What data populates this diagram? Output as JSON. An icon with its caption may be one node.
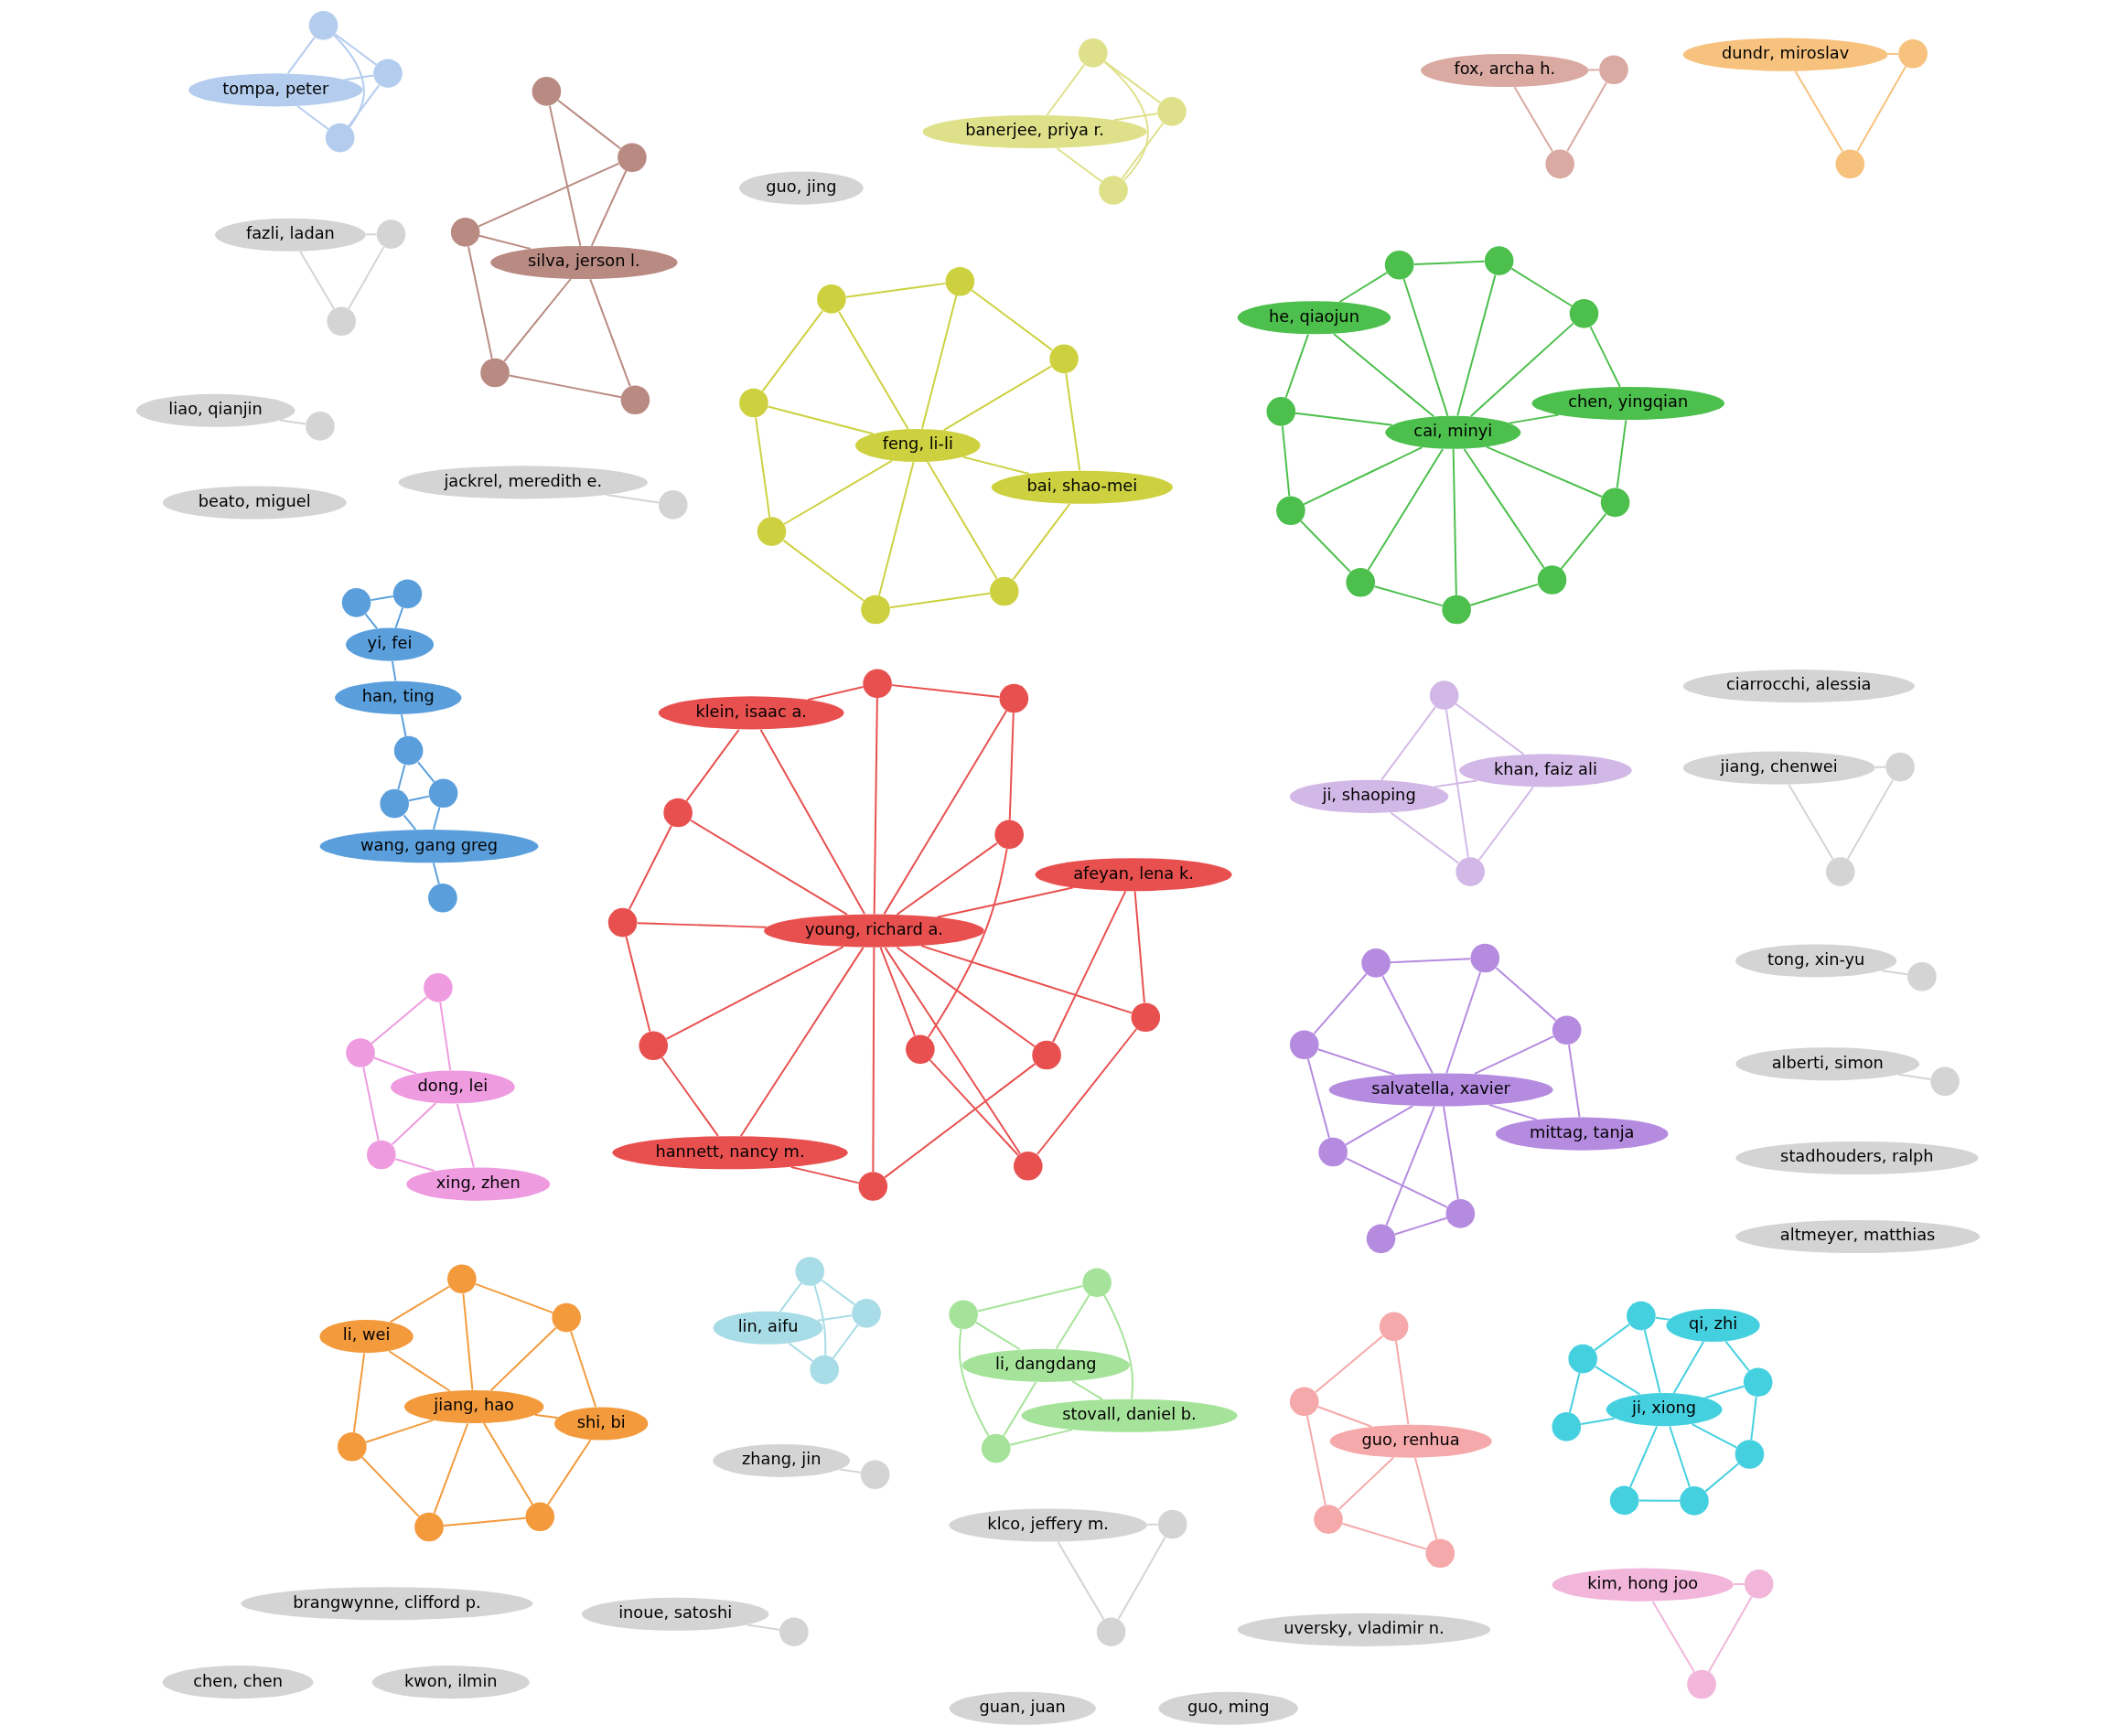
{
  "diagram": {
    "nodes": [
      {
        "text": [
          "li, dangdang"
        ]
      },
      {
        "text": [
          "stovall, daniel b."
        ]
      },
      {
        "text": [],
        "shape": "circle"
      },
      {
        "text": [],
        "shape": "circle"
      },
      {
        "text": [],
        "shape": "circle"
      },
      {
        "text": [
          "ji, shaoping"
        ]
      },
      {
        "text": [
          "khan, faiz ali"
        ]
      },
      {
        "text": [],
        "shape": "circle"
      },
      {
        "text": [],
        "shape": "circle"
      },
      {
        "text": [
          "yi, fei"
        ]
      },
      {
        "text": [
          "han, ting"
        ]
      },
      {
        "text": [
          "wang, gang greg"
        ]
      },
      {
        "text": [],
        "shape": "circle"
      },
      {
        "text": [],
        "shape": "circle"
      },
      {
        "text": [],
        "shape": "circle"
      },
      {
        "text": [],
        "shape": "circle"
      },
      {
        "text": [],
        "shape": "circle"
      },
      {
        "text": [],
        "shape": "circle"
      },
      {
        "text": [
          "inoue, satoshi"
        ]
      },
      {
        "text": [],
        "shape": "circle"
      },
      {
        "text": [
          "silva, jerson l."
        ]
      },
      {
        "text": [],
        "shape": "circle"
      },
      {
        "text": [],
        "shape": "circle"
      },
      {
        "text": [],
        "shape": "circle"
      },
      {
        "text": [],
        "shape": "circle"
      },
      {
        "text": [],
        "shape": "circle"
      },
      {
        "text": [
          "klein, isaac a."
        ]
      },
      {
        "text": [
          "young, richard a."
        ]
      },
      {
        "text": [
          "hannett, nancy m."
        ]
      },
      {
        "text": [
          "afeyan, lena k."
        ]
      },
      {
        "text": [],
        "shape": "circle"
      },
      {
        "text": [],
        "shape": "circle"
      },
      {
        "text": [],
        "shape": "circle"
      },
      {
        "text": [],
        "shape": "circle"
      },
      {
        "text": [],
        "shape": "circle"
      },
      {
        "text": [],
        "shape": "circle"
      },
      {
        "text": [],
        "shape": "circle"
      },
      {
        "text": [],
        "shape": "circle"
      },
      {
        "text": [],
        "shape": "circle"
      },
      {
        "text": [],
        "shape": "circle"
      },
      {
        "text": [],
        "shape": "circle"
      },
      {
        "text": [
          "li, wei"
        ]
      },
      {
        "text": [
          "jiang, hao"
        ]
      },
      {
        "text": [
          "shi, bi"
        ]
      },
      {
        "text": [],
        "shape": "circle"
      },
      {
        "text": [],
        "shape": "circle"
      },
      {
        "text": [],
        "shape": "circle"
      },
      {
        "text": [],
        "shape": "circle"
      },
      {
        "text": [],
        "shape": "circle"
      },
      {
        "text": [
          "klco, jeffery m."
        ]
      },
      {
        "text": [],
        "shape": "circle"
      },
      {
        "text": [],
        "shape": "circle"
      },
      {
        "text": [
          "ji, xiong"
        ]
      },
      {
        "text": [
          "qi, zhi"
        ]
      },
      {
        "text": [],
        "shape": "circle"
      },
      {
        "text": [],
        "shape": "circle"
      },
      {
        "text": [],
        "shape": "circle"
      },
      {
        "text": [],
        "shape": "circle"
      },
      {
        "text": [],
        "shape": "circle"
      },
      {
        "text": [],
        "shape": "circle"
      },
      {
        "text": [],
        "shape": "circle"
      },
      {
        "text": [
          "guo, jing"
        ]
      },
      {
        "text": [
          "chen, chen"
        ]
      },
      {
        "text": [
          "uversky, vladimir n."
        ]
      },
      {
        "text": [
          "lin, aifu"
        ]
      },
      {
        "text": [],
        "shape": "circle"
      },
      {
        "text": [],
        "shape": "circle"
      },
      {
        "text": [],
        "shape": "circle"
      },
      {
        "text": [
          "feng, li-li"
        ]
      },
      {
        "text": [
          "bai, shao-mei"
        ]
      },
      {
        "text": [],
        "shape": "circle"
      },
      {
        "text": [],
        "shape": "circle"
      },
      {
        "text": [],
        "shape": "circle"
      },
      {
        "text": [],
        "shape": "circle"
      },
      {
        "text": [],
        "shape": "circle"
      },
      {
        "text": [],
        "shape": "circle"
      },
      {
        "text": [],
        "shape": "circle"
      },
      {
        "text": [
          "guan, juan"
        ]
      },
      {
        "text": [
          "salvatella, xavier"
        ]
      },
      {
        "text": [
          "mittag, tanja"
        ]
      },
      {
        "text": [],
        "shape": "circle"
      },
      {
        "text": [],
        "shape": "circle"
      },
      {
        "text": [],
        "shape": "circle"
      },
      {
        "text": [],
        "shape": "circle"
      },
      {
        "text": [],
        "shape": "circle"
      },
      {
        "text": [],
        "shape": "circle"
      },
      {
        "text": [],
        "shape": "circle"
      },
      {
        "text": [
          "fox, archa h."
        ]
      },
      {
        "text": [],
        "shape": "circle"
      },
      {
        "text": [],
        "shape": "circle"
      },
      {
        "text": [
          "guo, renhua"
        ]
      },
      {
        "text": [],
        "shape": "circle"
      },
      {
        "text": [],
        "shape": "circle"
      },
      {
        "text": [],
        "shape": "circle"
      },
      {
        "text": [],
        "shape": "circle"
      },
      {
        "text": [
          "jackrel, meredith e."
        ]
      },
      {
        "text": [],
        "shape": "circle"
      },
      {
        "text": [
          "kwon, ilmin"
        ]
      },
      {
        "text": [
          "beato, miguel"
        ]
      },
      {
        "text": [
          "he, qiaojun"
        ]
      },
      {
        "text": [
          "cai, minyi"
        ]
      },
      {
        "text": [
          "chen, yingqian"
        ]
      },
      {
        "text": [],
        "shape": "circle"
      },
      {
        "text": [],
        "shape": "circle"
      },
      {
        "text": [],
        "shape": "circle"
      },
      {
        "text": [],
        "shape": "circle"
      },
      {
        "text": [],
        "shape": "circle"
      },
      {
        "text": [],
        "shape": "circle"
      },
      {
        "text": [],
        "shape": "circle"
      },
      {
        "text": [],
        "shape": "circle"
      },
      {
        "text": [],
        "shape": "circle"
      },
      {
        "text": [
          "ciarrocchi, alessia"
        ]
      },
      {
        "text": [
          "altmeyer, matthias"
        ]
      },
      {
        "text": [
          "dong, lei"
        ]
      },
      {
        "text": [
          "xing, zhen"
        ]
      },
      {
        "text": [],
        "shape": "circle"
      },
      {
        "text": [],
        "shape": "circle"
      },
      {
        "text": [],
        "shape": "circle"
      },
      {
        "text": [
          "jiang, chenwei"
        ]
      },
      {
        "text": [],
        "shape": "circle"
      },
      {
        "text": [],
        "shape": "circle"
      },
      {
        "text": [
          "liao, qianjin"
        ]
      },
      {
        "text": [],
        "shape": "circle"
      },
      {
        "text": [
          "kim, hong joo"
        ]
      },
      {
        "text": [],
        "shape": "circle"
      },
      {
        "text": [],
        "shape": "circle"
      },
      {
        "text": [
          "guo, ming"
        ]
      },
      {
        "text": [
          "brangwynne, clifford p."
        ]
      },
      {
        "text": [
          "stadhouders, ralph"
        ]
      },
      {
        "text": [
          "fazli, ladan"
        ]
      },
      {
        "text": [],
        "shape": "circle"
      },
      {
        "text": [],
        "shape": "circle"
      },
      {
        "text": [
          "dundr, miroslav"
        ]
      },
      {
        "text": [],
        "shape": "circle"
      },
      {
        "text": [],
        "shape": "circle"
      },
      {
        "text": [
          "zhang, jin"
        ]
      },
      {
        "text": [],
        "shape": "circle"
      },
      {
        "text": [
          "tompa, peter"
        ]
      },
      {
        "text": [],
        "shape": "circle"
      },
      {
        "text": [],
        "shape": "circle"
      },
      {
        "text": [],
        "shape": "circle"
      },
      {
        "text": [
          "banerjee, priya r."
        ]
      },
      {
        "text": [],
        "shape": "circle"
      },
      {
        "text": [],
        "shape": "circle"
      },
      {
        "text": [],
        "shape": "circle"
      },
      {
        "text": [
          "alberti, simon"
        ]
      },
      {
        "text": [],
        "shape": "circle"
      },
      {
        "text": [
          "tong, xin-yu"
        ]
      },
      {
        "text": [],
        "shape": "circle"
      }
    ],
    "edges": [
      {
        "from": 0,
        "to": 1,
        "arrow": "none",
        "color": "#a6e39a"
      },
      {
        "from": 0,
        "to": 2,
        "arrow": "none",
        "color": "#a6e39a"
      },
      {
        "from": 0,
        "to": 3,
        "arrow": "none",
        "color": "#a6e39a"
      },
      {
        "from": 0,
        "to": 4,
        "arrow": "none",
        "color": "#a6e39a"
      },
      {
        "from": 1,
        "to": 2,
        "arrow": "none",
        "color": "#a6e39a"
      },
      {
        "from": 2,
        "to": 3,
        "arrow": "none",
        "color": "#a6e39a"
      },
      {
        "from": 3,
        "to": 4,
        "arrow": "none",
        "color": "#a6e39a"
      },
      {
        "from": 4,
        "to": 1,
        "arrow": "none",
        "color": "#a6e39a"
      },
      {
        "from": 5,
        "to": 6,
        "arrow": "none",
        "color": "#d2b8e6"
      },
      {
        "from": 5,
        "to": 7,
        "arrow": "none",
        "color": "#d2b8e6"
      },
      {
        "from": 5,
        "to": 8,
        "arrow": "none",
        "color": "#d2b8e6"
      },
      {
        "from": 6,
        "to": 7,
        "arrow": "none",
        "color": "#d2b8e6"
      },
      {
        "from": 6,
        "to": 8,
        "arrow": "none",
        "color": "#d2b8e6"
      },
      {
        "from": 7,
        "to": 8,
        "arrow": "none",
        "color": "#d2b8e6"
      },
      {
        "from": 9,
        "to": 12,
        "arrow": "none",
        "color": "#5a9fdc"
      },
      {
        "from": 9,
        "to": 13,
        "arrow": "none",
        "color": "#5a9fdc"
      },
      {
        "from": 12,
        "to": 13,
        "arrow": "none",
        "color": "#5a9fdc"
      },
      {
        "from": 9,
        "to": 10,
        "arrow": "none",
        "color": "#5a9fdc"
      },
      {
        "from": 10,
        "to": 14,
        "arrow": "none",
        "color": "#5a9fdc"
      },
      {
        "from": 14,
        "to": 15,
        "arrow": "none",
        "color": "#5a9fdc"
      },
      {
        "from": 14,
        "to": 16,
        "arrow": "none",
        "color": "#5a9fdc"
      },
      {
        "from": 15,
        "to": 11,
        "arrow": "none",
        "color": "#5a9fdc"
      },
      {
        "from": 11,
        "to": 16,
        "arrow": "none",
        "color": "#5a9fdc"
      },
      {
        "from": 11,
        "to": 17,
        "arrow": "none",
        "color": "#5a9fdc"
      },
      {
        "from": 15,
        "to": 16,
        "arrow": "none",
        "color": "#5a9fdc"
      },
      {
        "from": 18,
        "to": 19,
        "arrow": "none",
        "color": "#d4d4d4"
      },
      {
        "from": 20,
        "to": 21,
        "arrow": "none",
        "color": "#b98a82"
      },
      {
        "from": 20,
        "to": 22,
        "arrow": "none",
        "color": "#b98a82"
      },
      {
        "from": 20,
        "to": 23,
        "arrow": "none",
        "color": "#b98a82"
      },
      {
        "from": 20,
        "to": 24,
        "arrow": "none",
        "color": "#b98a82"
      },
      {
        "from": 20,
        "to": 25,
        "arrow": "none",
        "color": "#b98a82"
      },
      {
        "from": 21,
        "to": 22,
        "arrow": "none",
        "color": "#b98a82"
      },
      {
        "from": 22,
        "to": 23,
        "arrow": "none",
        "color": "#b98a82"
      },
      {
        "from": 23,
        "to": 24,
        "arrow": "none",
        "color": "#b98a82"
      },
      {
        "from": 24,
        "to": 25,
        "arrow": "none",
        "color": "#b98a82"
      },
      {
        "from": 27,
        "to": 26,
        "arrow": "none",
        "color": "#e8504f"
      },
      {
        "from": 27,
        "to": 28,
        "arrow": "none",
        "color": "#e8504f"
      },
      {
        "from": 27,
        "to": 29,
        "arrow": "none",
        "color": "#e8504f"
      },
      {
        "from": 27,
        "to": 30,
        "arrow": "none",
        "color": "#e8504f"
      },
      {
        "from": 27,
        "to": 31,
        "arrow": "none",
        "color": "#e8504f"
      },
      {
        "from": 27,
        "to": 32,
        "arrow": "none",
        "color": "#e8504f"
      },
      {
        "from": 27,
        "to": 33,
        "arrow": "none",
        "color": "#e8504f"
      },
      {
        "from": 27,
        "to": 34,
        "arrow": "none",
        "color": "#e8504f"
      },
      {
        "from": 27,
        "to": 35,
        "arrow": "none",
        "color": "#e8504f"
      },
      {
        "from": 27,
        "to": 36,
        "arrow": "none",
        "color": "#e8504f"
      },
      {
        "from": 27,
        "to": 37,
        "arrow": "none",
        "color": "#e8504f"
      },
      {
        "from": 27,
        "to": 38,
        "arrow": "none",
        "color": "#e8504f"
      },
      {
        "from": 27,
        "to": 39,
        "arrow": "none",
        "color": "#e8504f"
      },
      {
        "from": 27,
        "to": 40,
        "arrow": "none",
        "color": "#e8504f"
      },
      {
        "from": 26,
        "to": 30,
        "arrow": "none",
        "color": "#e8504f"
      },
      {
        "from": 30,
        "to": 31,
        "arrow": "none",
        "color": "#e8504f"
      },
      {
        "from": 31,
        "to": 32,
        "arrow": "none",
        "color": "#e8504f"
      },
      {
        "from": 32,
        "to": 28,
        "arrow": "none",
        "color": "#e8504f"
      },
      {
        "from": 28,
        "to": 33,
        "arrow": "none",
        "color": "#e8504f"
      },
      {
        "from": 33,
        "to": 34,
        "arrow": "none",
        "color": "#e8504f"
      },
      {
        "from": 34,
        "to": 29,
        "arrow": "none",
        "color": "#e8504f"
      },
      {
        "from": 29,
        "to": 35,
        "arrow": "none",
        "color": "#e8504f"
      },
      {
        "from": 35,
        "to": 36,
        "arrow": "none",
        "color": "#e8504f"
      },
      {
        "from": 36,
        "to": 37,
        "arrow": "none",
        "color": "#e8504f"
      },
      {
        "from": 37,
        "to": 38,
        "arrow": "none",
        "color": "#e8504f"
      },
      {
        "from": 38,
        "to": 39,
        "arrow": "none",
        "color": "#e8504f"
      },
      {
        "from": 39,
        "to": 40,
        "arrow": "none",
        "color": "#e8504f"
      },
      {
        "from": 40,
        "to": 26,
        "arrow": "none",
        "color": "#e8504f"
      },
      {
        "from": 42,
        "to": 41,
        "arrow": "none",
        "color": "#f39a3c"
      },
      {
        "from": 42,
        "to": 43,
        "arrow": "none",
        "color": "#f39a3c"
      },
      {
        "from": 42,
        "to": 44,
        "arrow": "none",
        "color": "#f39a3c"
      },
      {
        "from": 42,
        "to": 45,
        "arrow": "none",
        "color": "#f39a3c"
      },
      {
        "from": 42,
        "to": 46,
        "arrow": "none",
        "color": "#f39a3c"
      },
      {
        "from": 42,
        "to": 47,
        "arrow": "none",
        "color": "#f39a3c"
      },
      {
        "from": 42,
        "to": 48,
        "arrow": "none",
        "color": "#f39a3c"
      },
      {
        "from": 41,
        "to": 44,
        "arrow": "none",
        "color": "#f39a3c"
      },
      {
        "from": 44,
        "to": 45,
        "arrow": "none",
        "color": "#f39a3c"
      },
      {
        "from": 45,
        "to": 43,
        "arrow": "none",
        "color": "#f39a3c"
      },
      {
        "from": 43,
        "to": 46,
        "arrow": "none",
        "color": "#f39a3c"
      },
      {
        "from": 46,
        "to": 47,
        "arrow": "none",
        "color": "#f39a3c"
      },
      {
        "from": 47,
        "to": 48,
        "arrow": "none",
        "color": "#f39a3c"
      },
      {
        "from": 48,
        "to": 41,
        "arrow": "none",
        "color": "#f39a3c"
      },
      {
        "from": 49,
        "to": 50,
        "arrow": "none",
        "color": "#d4d4d4"
      },
      {
        "from": 49,
        "to": 51,
        "arrow": "none",
        "color": "#d4d4d4"
      },
      {
        "from": 50,
        "to": 51,
        "arrow": "none",
        "color": "#d4d4d4"
      },
      {
        "from": 52,
        "to": 53,
        "arrow": "none",
        "color": "#45d0e0"
      },
      {
        "from": 52,
        "to": 54,
        "arrow": "none",
        "color": "#45d0e0"
      },
      {
        "from": 52,
        "to": 55,
        "arrow": "none",
        "color": "#45d0e0"
      },
      {
        "from": 52,
        "to": 56,
        "arrow": "none",
        "color": "#45d0e0"
      },
      {
        "from": 52,
        "to": 57,
        "arrow": "none",
        "color": "#45d0e0"
      },
      {
        "from": 52,
        "to": 58,
        "arrow": "none",
        "color": "#45d0e0"
      },
      {
        "from": 52,
        "to": 59,
        "arrow": "none",
        "color": "#45d0e0"
      },
      {
        "from": 52,
        "to": 60,
        "arrow": "none",
        "color": "#45d0e0"
      },
      {
        "from": 54,
        "to": 55,
        "arrow": "none",
        "color": "#45d0e0"
      },
      {
        "from": 55,
        "to": 56,
        "arrow": "none",
        "color": "#45d0e0"
      },
      {
        "from": 56,
        "to": 53,
        "arrow": "none",
        "color": "#45d0e0"
      },
      {
        "from": 53,
        "to": 57,
        "arrow": "none",
        "color": "#45d0e0"
      },
      {
        "from": 57,
        "to": 58,
        "arrow": "none",
        "color": "#45d0e0"
      },
      {
        "from": 58,
        "to": 59,
        "arrow": "none",
        "color": "#45d0e0"
      },
      {
        "from": 59,
        "to": 60,
        "arrow": "none",
        "color": "#45d0e0"
      },
      {
        "from": 64,
        "to": 65,
        "arrow": "none",
        "color": "#a8dce6"
      },
      {
        "from": 64,
        "to": 66,
        "arrow": "none",
        "color": "#a8dce6"
      },
      {
        "from": 64,
        "to": 67,
        "arrow": "none",
        "color": "#a8dce6"
      },
      {
        "from": 65,
        "to": 66,
        "arrow": "none",
        "color": "#a8dce6"
      },
      {
        "from": 65,
        "to": 67,
        "arrow": "none",
        "color": "#a8dce6"
      },
      {
        "from": 66,
        "to": 67,
        "arrow": "none",
        "color": "#a8dce6"
      },
      {
        "from": 68,
        "to": 69,
        "arrow": "none",
        "color": "#cdd13f"
      },
      {
        "from": 68,
        "to": 70,
        "arrow": "none",
        "color": "#cdd13f"
      },
      {
        "from": 68,
        "to": 71,
        "arrow": "none",
        "color": "#cdd13f"
      },
      {
        "from": 68,
        "to": 72,
        "arrow": "none",
        "color": "#cdd13f"
      },
      {
        "from": 68,
        "to": 73,
        "arrow": "none",
        "color": "#cdd13f"
      },
      {
        "from": 68,
        "to": 74,
        "arrow": "none",
        "color": "#cdd13f"
      },
      {
        "from": 68,
        "to": 75,
        "arrow": "none",
        "color": "#cdd13f"
      },
      {
        "from": 68,
        "to": 76,
        "arrow": "none",
        "color": "#cdd13f"
      },
      {
        "from": 69,
        "to": 70,
        "arrow": "none",
        "color": "#cdd13f"
      },
      {
        "from": 70,
        "to": 71,
        "arrow": "none",
        "color": "#cdd13f"
      },
      {
        "from": 71,
        "to": 72,
        "arrow": "none",
        "color": "#cdd13f"
      },
      {
        "from": 72,
        "to": 73,
        "arrow": "none",
        "color": "#cdd13f"
      },
      {
        "from": 73,
        "to": 74,
        "arrow": "none",
        "color": "#cdd13f"
      },
      {
        "from": 74,
        "to": 75,
        "arrow": "none",
        "color": "#cdd13f"
      },
      {
        "from": 75,
        "to": 76,
        "arrow": "none",
        "color": "#cdd13f"
      },
      {
        "from": 76,
        "to": 69,
        "arrow": "none",
        "color": "#cdd13f"
      },
      {
        "from": 78,
        "to": 79,
        "arrow": "none",
        "color": "#b58be0"
      },
      {
        "from": 78,
        "to": 80,
        "arrow": "none",
        "color": "#b58be0"
      },
      {
        "from": 78,
        "to": 81,
        "arrow": "none",
        "color": "#b58be0"
      },
      {
        "from": 78,
        "to": 82,
        "arrow": "none",
        "color": "#b58be0"
      },
      {
        "from": 78,
        "to": 83,
        "arrow": "none",
        "color": "#b58be0"
      },
      {
        "from": 78,
        "to": 84,
        "arrow": "none",
        "color": "#b58be0"
      },
      {
        "from": 78,
        "to": 85,
        "arrow": "none",
        "color": "#b58be0"
      },
      {
        "from": 78,
        "to": 86,
        "arrow": "none",
        "color": "#b58be0"
      },
      {
        "from": 79,
        "to": 80,
        "arrow": "none",
        "color": "#b58be0"
      },
      {
        "from": 80,
        "to": 81,
        "arrow": "none",
        "color": "#b58be0"
      },
      {
        "from": 81,
        "to": 82,
        "arrow": "none",
        "color": "#b58be0"
      },
      {
        "from": 82,
        "to": 83,
        "arrow": "none",
        "color": "#b58be0"
      },
      {
        "from": 83,
        "to": 84,
        "arrow": "none",
        "color": "#b58be0"
      },
      {
        "from": 84,
        "to": 85,
        "arrow": "none",
        "color": "#b58be0"
      },
      {
        "from": 85,
        "to": 86,
        "arrow": "none",
        "color": "#b58be0"
      },
      {
        "from": 87,
        "to": 88,
        "arrow": "none",
        "color": "#d9a9a2"
      },
      {
        "from": 87,
        "to": 89,
        "arrow": "none",
        "color": "#d9a9a2"
      },
      {
        "from": 88,
        "to": 89,
        "arrow": "none",
        "color": "#d9a9a2"
      },
      {
        "from": 90,
        "to": 91,
        "arrow": "none",
        "color": "#f5a9ab"
      },
      {
        "from": 90,
        "to": 92,
        "arrow": "none",
        "color": "#f5a9ab"
      },
      {
        "from": 90,
        "to": 93,
        "arrow": "none",
        "color": "#f5a9ab"
      },
      {
        "from": 90,
        "to": 94,
        "arrow": "none",
        "color": "#f5a9ab"
      },
      {
        "from": 91,
        "to": 92,
        "arrow": "none",
        "color": "#f5a9ab"
      },
      {
        "from": 92,
        "to": 93,
        "arrow": "none",
        "color": "#f5a9ab"
      },
      {
        "from": 93,
        "to": 94,
        "arrow": "none",
        "color": "#f5a9ab"
      },
      {
        "from": 95,
        "to": 96,
        "arrow": "none",
        "color": "#d4d4d4"
      },
      {
        "from": 100,
        "to": 99,
        "arrow": "none",
        "color": "#4cbf4c"
      },
      {
        "from": 100,
        "to": 101,
        "arrow": "none",
        "color": "#4cbf4c"
      },
      {
        "from": 100,
        "to": 102,
        "arrow": "none",
        "color": "#4cbf4c"
      },
      {
        "from": 100,
        "to": 103,
        "arrow": "none",
        "color": "#4cbf4c"
      },
      {
        "from": 100,
        "to": 104,
        "arrow": "none",
        "color": "#4cbf4c"
      },
      {
        "from": 100,
        "to": 105,
        "arrow": "none",
        "color": "#4cbf4c"
      },
      {
        "from": 100,
        "to": 106,
        "arrow": "none",
        "color": "#4cbf4c"
      },
      {
        "from": 100,
        "to": 107,
        "arrow": "none",
        "color": "#4cbf4c"
      },
      {
        "from": 100,
        "to": 108,
        "arrow": "none",
        "color": "#4cbf4c"
      },
      {
        "from": 100,
        "to": 109,
        "arrow": "none",
        "color": "#4cbf4c"
      },
      {
        "from": 100,
        "to": 110,
        "arrow": "none",
        "color": "#4cbf4c"
      },
      {
        "from": 99,
        "to": 102,
        "arrow": "none",
        "color": "#4cbf4c"
      },
      {
        "from": 102,
        "to": 103,
        "arrow": "none",
        "color": "#4cbf4c"
      },
      {
        "from": 103,
        "to": 104,
        "arrow": "none",
        "color": "#4cbf4c"
      },
      {
        "from": 104,
        "to": 101,
        "arrow": "none",
        "color": "#4cbf4c"
      },
      {
        "from": 101,
        "to": 105,
        "arrow": "none",
        "color": "#4cbf4c"
      },
      {
        "from": 105,
        "to": 106,
        "arrow": "none",
        "color": "#4cbf4c"
      },
      {
        "from": 106,
        "to": 107,
        "arrow": "none",
        "color": "#4cbf4c"
      },
      {
        "from": 107,
        "to": 108,
        "arrow": "none",
        "color": "#4cbf4c"
      },
      {
        "from": 108,
        "to": 109,
        "arrow": "none",
        "color": "#4cbf4c"
      },
      {
        "from": 109,
        "to": 110,
        "arrow": "none",
        "color": "#4cbf4c"
      },
      {
        "from": 110,
        "to": 99,
        "arrow": "none",
        "color": "#4cbf4c"
      },
      {
        "from": 113,
        "to": 114,
        "arrow": "none",
        "color": "#ee9be0"
      },
      {
        "from": 113,
        "to": 115,
        "arrow": "none",
        "color": "#ee9be0"
      },
      {
        "from": 113,
        "to": 116,
        "arrow": "none",
        "color": "#ee9be0"
      },
      {
        "from": 113,
        "to": 117,
        "arrow": "none",
        "color": "#ee9be0"
      },
      {
        "from": 114,
        "to": 115,
        "arrow": "none",
        "color": "#ee9be0"
      },
      {
        "from": 115,
        "to": 116,
        "arrow": "none",
        "color": "#ee9be0"
      },
      {
        "from": 116,
        "to": 117,
        "arrow": "none",
        "color": "#ee9be0"
      },
      {
        "from": 118,
        "to": 119,
        "arrow": "none",
        "color": "#d4d4d4"
      },
      {
        "from": 118,
        "to": 120,
        "arrow": "none",
        "color": "#d4d4d4"
      },
      {
        "from": 119,
        "to": 120,
        "arrow": "none",
        "color": "#d4d4d4"
      },
      {
        "from": 121,
        "to": 122,
        "arrow": "none",
        "color": "#d4d4d4"
      },
      {
        "from": 123,
        "to": 124,
        "arrow": "none",
        "color": "#f1b6da"
      },
      {
        "from": 123,
        "to": 125,
        "arrow": "none",
        "color": "#f1b6da"
      },
      {
        "from": 124,
        "to": 125,
        "arrow": "none",
        "color": "#f1b6da"
      },
      {
        "from": 129,
        "to": 130,
        "arrow": "none",
        "color": "#d4d4d4"
      },
      {
        "from": 129,
        "to": 131,
        "arrow": "none",
        "color": "#d4d4d4"
      },
      {
        "from": 130,
        "to": 131,
        "arrow": "none",
        "color": "#d4d4d4"
      },
      {
        "from": 132,
        "to": 133,
        "arrow": "none",
        "color": "#f7c27e"
      },
      {
        "from": 132,
        "to": 134,
        "arrow": "none",
        "color": "#f7c27e"
      },
      {
        "from": 133,
        "to": 134,
        "arrow": "none",
        "color": "#f7c27e"
      },
      {
        "from": 135,
        "to": 136,
        "arrow": "none",
        "color": "#d4d4d4"
      },
      {
        "from": 137,
        "to": 138,
        "arrow": "none",
        "color": "#b4cdee"
      },
      {
        "from": 137,
        "to": 139,
        "arrow": "none",
        "color": "#b4cdee"
      },
      {
        "from": 137,
        "to": 140,
        "arrow": "none",
        "color": "#b4cdee"
      },
      {
        "from": 138,
        "to": 139,
        "arrow": "none",
        "color": "#b4cdee"
      },
      {
        "from": 138,
        "to": 140,
        "arrow": "none",
        "color": "#b4cdee"
      },
      {
        "from": 139,
        "to": 140,
        "arrow": "none",
        "color": "#b4cdee"
      },
      {
        "from": 141,
        "to": 142,
        "arrow": "none",
        "color": "#dfe08a"
      },
      {
        "from": 141,
        "to": 143,
        "arrow": "none",
        "color": "#dfe08a"
      },
      {
        "from": 141,
        "to": 144,
        "arrow": "none",
        "color": "#dfe08a"
      },
      {
        "from": 142,
        "to": 143,
        "arrow": "none",
        "color": "#dfe08a"
      },
      {
        "from": 142,
        "to": 144,
        "arrow": "none",
        "color": "#dfe08a"
      },
      {
        "from": 143,
        "to": 144,
        "arrow": "none",
        "color": "#dfe08a"
      },
      {
        "from": 145,
        "to": 146,
        "arrow": "none",
        "color": "#d4d4d4"
      },
      {
        "from": 147,
        "to": 148,
        "arrow": "none",
        "color": "#d4d4d4"
      }
    ]
  }
}
